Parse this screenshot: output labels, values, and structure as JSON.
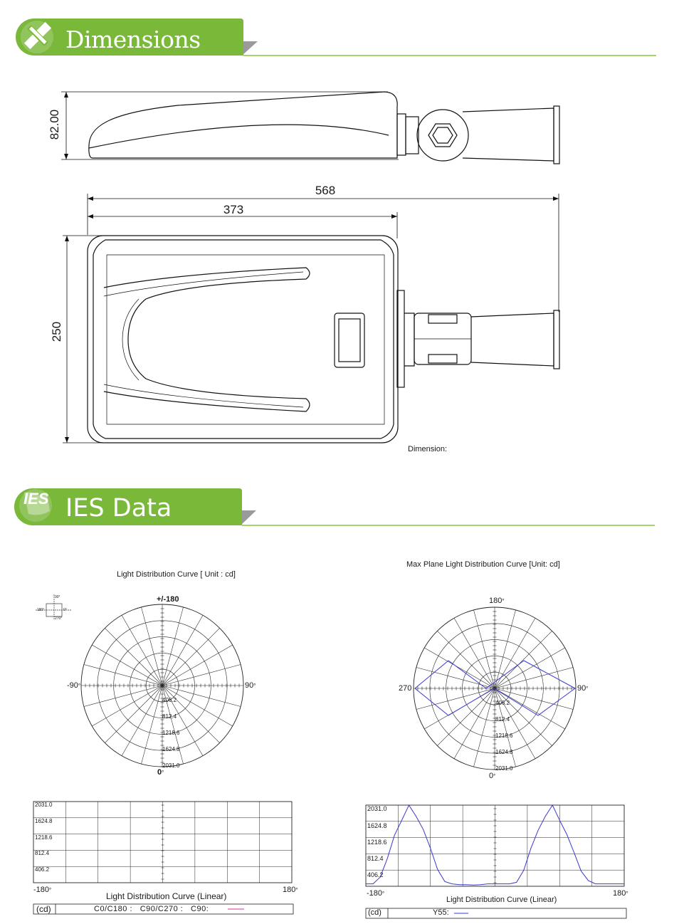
{
  "sections": {
    "dimensions": {
      "title": "Dimensions"
    },
    "ies": {
      "title": "IES Data",
      "icon_text": "IES"
    }
  },
  "dimension_drawing": {
    "height_label": "82.00",
    "overall_length_label": "568",
    "body_length_label": "373",
    "width_label": "250",
    "caption": "Dimension:"
  },
  "left_polar": {
    "title": "Light Distribution Curve [ Unit : cd]",
    "top_label": "+/-180",
    "left_label": "-90",
    "right_label": "90",
    "bottom_label": "0",
    "degree": "°",
    "ring_labels": [
      "406.2",
      "812.4",
      "1218.6",
      "1624.8",
      "2031.0"
    ],
    "legend_icon": {
      "top": "90°",
      "left": "180°",
      "right": "0°",
      "bottom": "270°"
    }
  },
  "right_polar": {
    "title": "Max Plane Light Distribution Curve [Unit: cd]",
    "top_label": "180",
    "left_label": "270",
    "right_label": "90",
    "bottom_label": "0",
    "degree": "°",
    "ring_labels": [
      "406.2",
      "812.4",
      "1218.6",
      "1624.8",
      "2031.0"
    ],
    "curve_color": "#3a3ad0"
  },
  "left_linear": {
    "y_labels": [
      "2031.0",
      "1624.8",
      "1218.6",
      "812.4",
      "406.2"
    ],
    "x_min": "-180",
    "x_max": "180",
    "degree": "°",
    "title": "Light Distribution Curve (Linear)",
    "legend_unit": "(cd)",
    "legend_text": "C0/C180 :   C90/C270 :   C90:",
    "legend_line_color": "#cc3399"
  },
  "right_linear": {
    "y_labels": [
      "2031.0",
      "1624.8",
      "1218.6",
      "812.4",
      "406.2"
    ],
    "x_min": "-180",
    "x_max": "180",
    "degree": "°",
    "title": "Light Distribution Curve (Linear)",
    "legend_unit": "(cd)",
    "legend_text": "Y55:",
    "legend_line_color": "#3a3ad0"
  },
  "chart_data": [
    {
      "type": "line",
      "title": "Light Distribution Curve (Linear)",
      "xlabel": "",
      "ylabel": "",
      "xlim": [
        -180,
        180
      ],
      "ylim": [
        0,
        2031.0
      ],
      "yticks": [
        406.2,
        812.4,
        1218.6,
        1624.8,
        2031.0
      ],
      "series": []
    },
    {
      "type": "line",
      "title": "Light Distribution Curve (Linear)",
      "xlabel": "",
      "ylabel": "",
      "xlim": [
        -180,
        180
      ],
      "ylim": [
        0,
        2031.0
      ],
      "yticks": [
        406.2,
        812.4,
        1218.6,
        1624.8,
        2031.0
      ],
      "series": [
        {
          "name": "Y55",
          "x": [
            -180,
            -170,
            -160,
            -150,
            -140,
            -130,
            -120,
            -110,
            -100,
            -90,
            -80,
            -70,
            -60,
            -50,
            -40,
            -30,
            -20,
            -10,
            0,
            10,
            20,
            30,
            40,
            50,
            60,
            70,
            80,
            90,
            100,
            110,
            120,
            130,
            140,
            150,
            160,
            170,
            180
          ],
          "values": [
            60,
            60,
            230,
            700,
            1280,
            1650,
            2031,
            1750,
            1420,
            950,
            420,
            120,
            60,
            40,
            40,
            30,
            40,
            60,
            60,
            60,
            60,
            100,
            400,
            950,
            1400,
            1750,
            2031,
            1650,
            1300,
            850,
            380,
            140,
            60,
            60,
            60,
            60,
            60
          ]
        }
      ]
    }
  ]
}
